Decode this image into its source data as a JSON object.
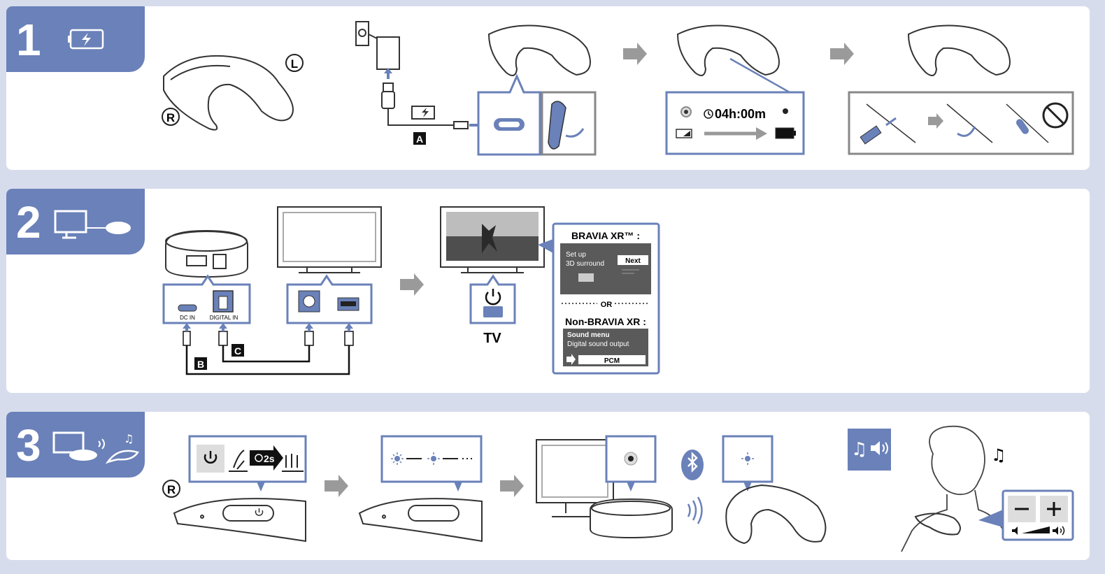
{
  "steps": [
    {
      "number": "1"
    },
    {
      "number": "2"
    },
    {
      "number": "3"
    }
  ],
  "step1": {
    "side_left": "L",
    "side_right": "R",
    "cable_letter": "A",
    "charge_time": "04h:00m"
  },
  "step2": {
    "port_dc": "DC IN",
    "port_digital": "DIGITAL IN",
    "cable_b": "B",
    "cable_c": "C",
    "tv_label": "TV",
    "bravia_heading": "BRAVIA XR™ :",
    "bravia_line1": "Set up",
    "bravia_line2": "3D surround",
    "bravia_next": "Next",
    "or_label": "OR",
    "non_bravia_heading": "Non-BRAVIA XR :",
    "menu_line1": "Sound menu",
    "menu_line2": "Digital sound output",
    "menu_pcm": "PCM"
  },
  "step3": {
    "side_right": "R",
    "hold_time": "2s"
  },
  "colors": {
    "accent": "#6a81b9",
    "background": "#d7dced",
    "arrow": "#9a9a9a",
    "line": "#333333"
  }
}
